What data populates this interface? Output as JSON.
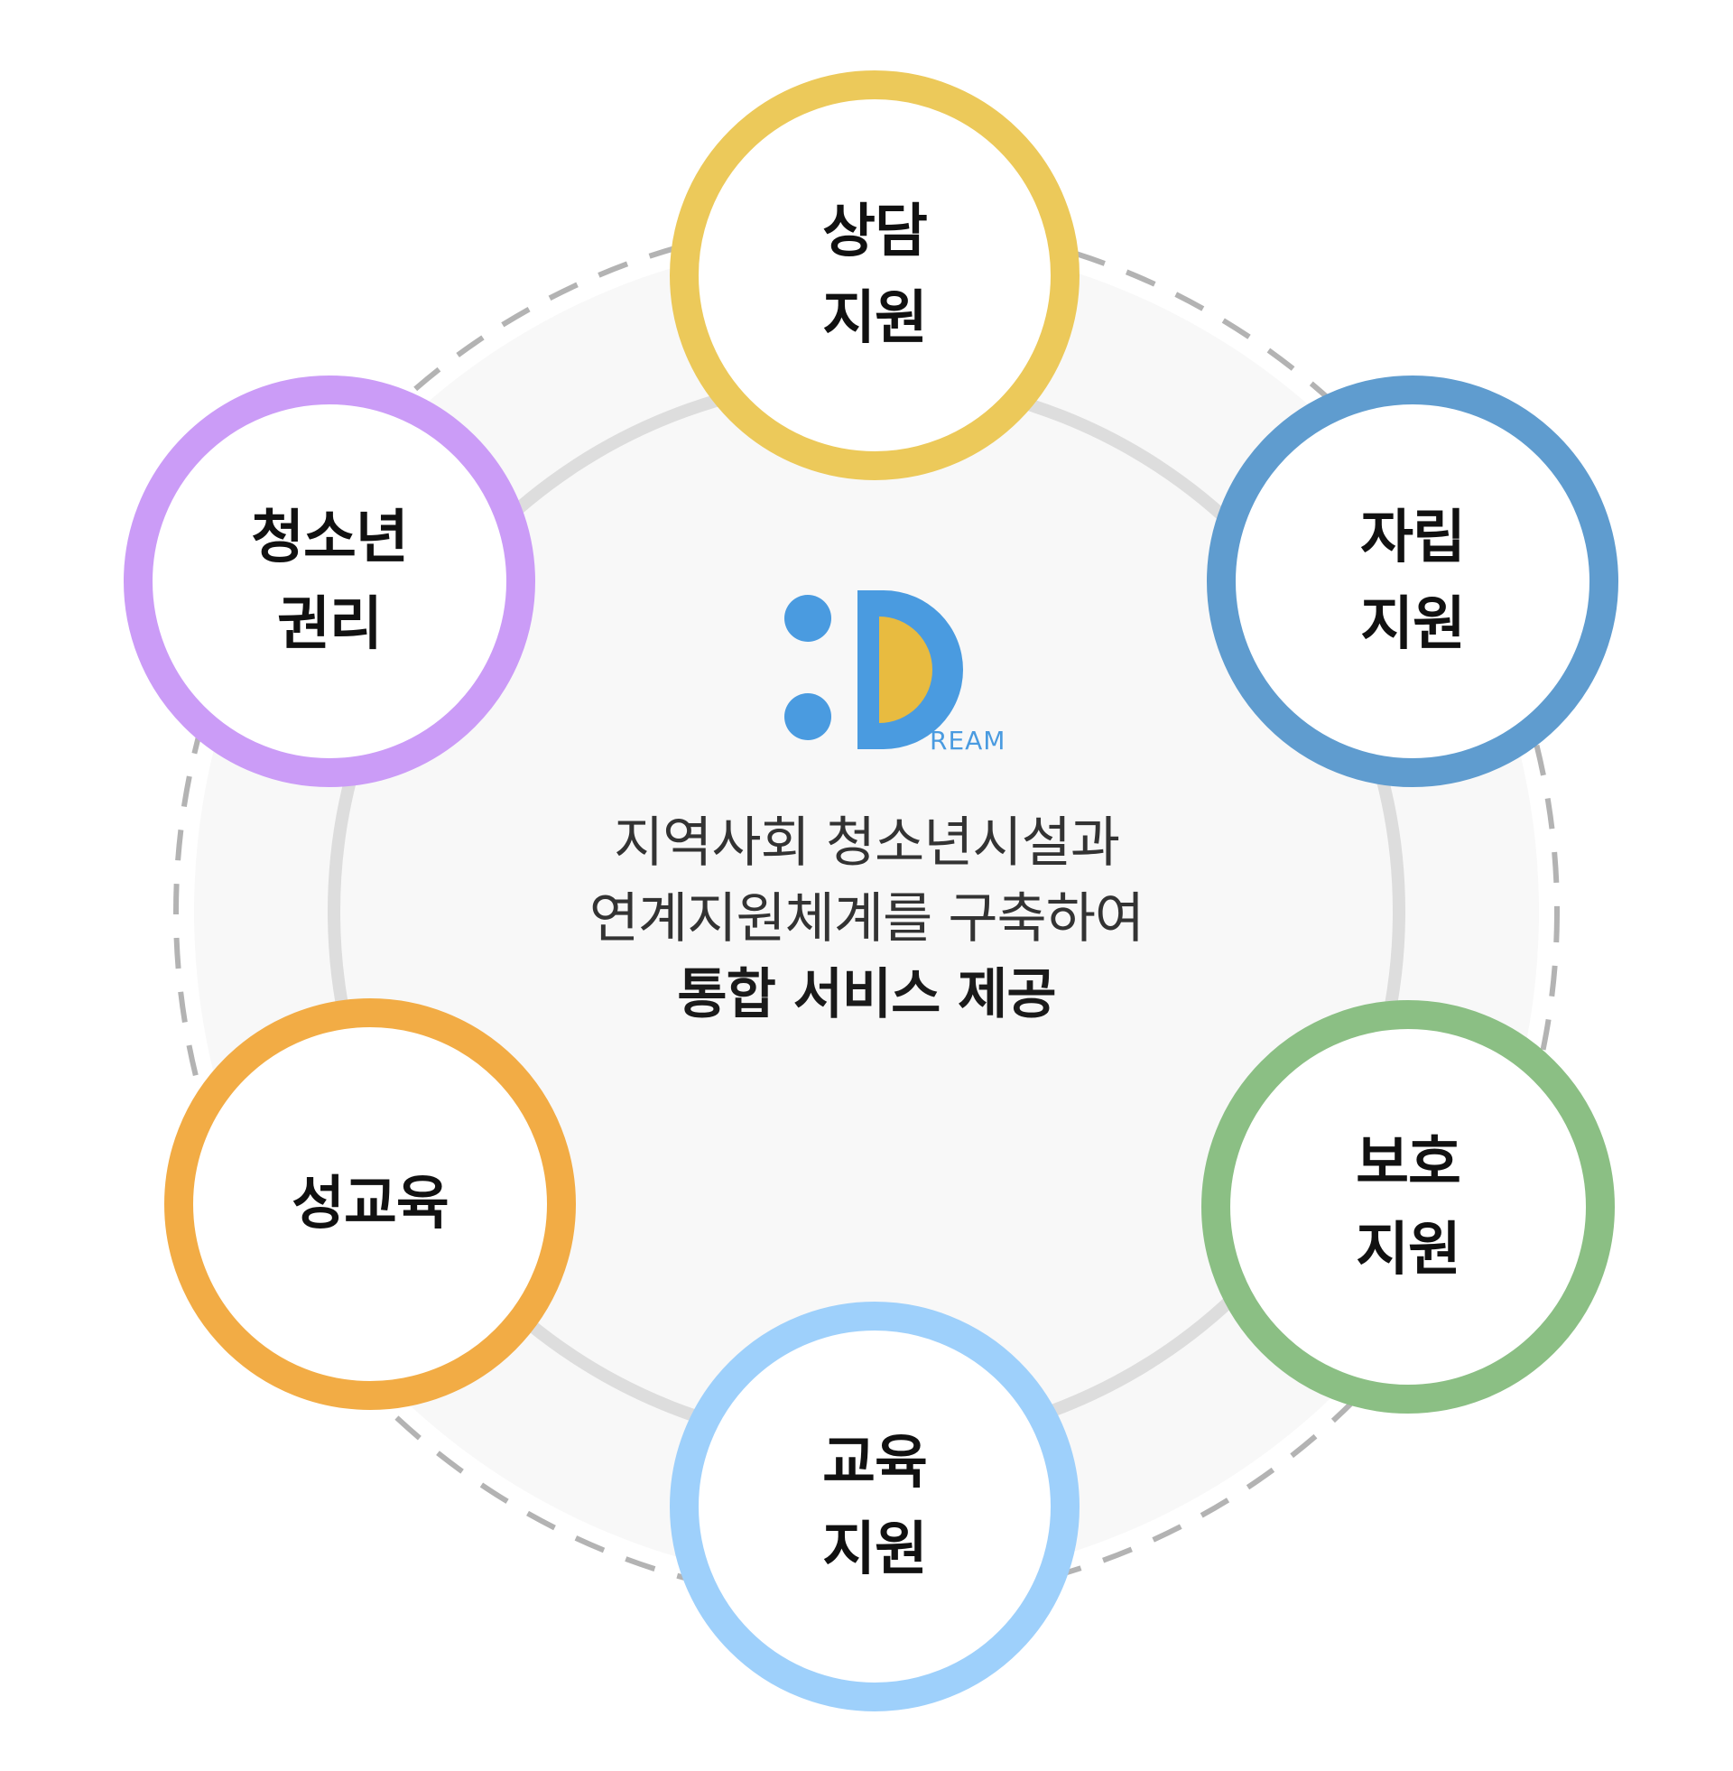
{
  "colors": {
    "background": "#ffffff",
    "center_disc": "#f8f8f8",
    "inner_ring": "#dddddd",
    "dashed_ring": "#b3b3b3",
    "text_dark": "#111111",
    "text_body": "#333333",
    "logo_blue": "#4a9be0",
    "logo_yellow": "#e8bb40"
  },
  "logo": {
    "icon": "dream-logo-icon",
    "wordmark": "REAM"
  },
  "center": {
    "line1": "지역사회 청소년시설과",
    "line2": "연계지원체계를 구축하여",
    "line3": "통합 서비스 제공"
  },
  "nodes": [
    {
      "id": "counseling",
      "label": "상담\n지원",
      "color": "#ecc95a"
    },
    {
      "id": "independence",
      "label": "자립\n지원",
      "color": "#5f9ccf"
    },
    {
      "id": "protection",
      "label": "보호\n지원",
      "color": "#8bbf84"
    },
    {
      "id": "education",
      "label": "교육\n지원",
      "color": "#9ed0fb"
    },
    {
      "id": "sex-education",
      "label": "성교육",
      "color": "#f2ac45"
    },
    {
      "id": "youth-rights",
      "label": "청소년\n권리",
      "color": "#cb9cf7"
    }
  ]
}
